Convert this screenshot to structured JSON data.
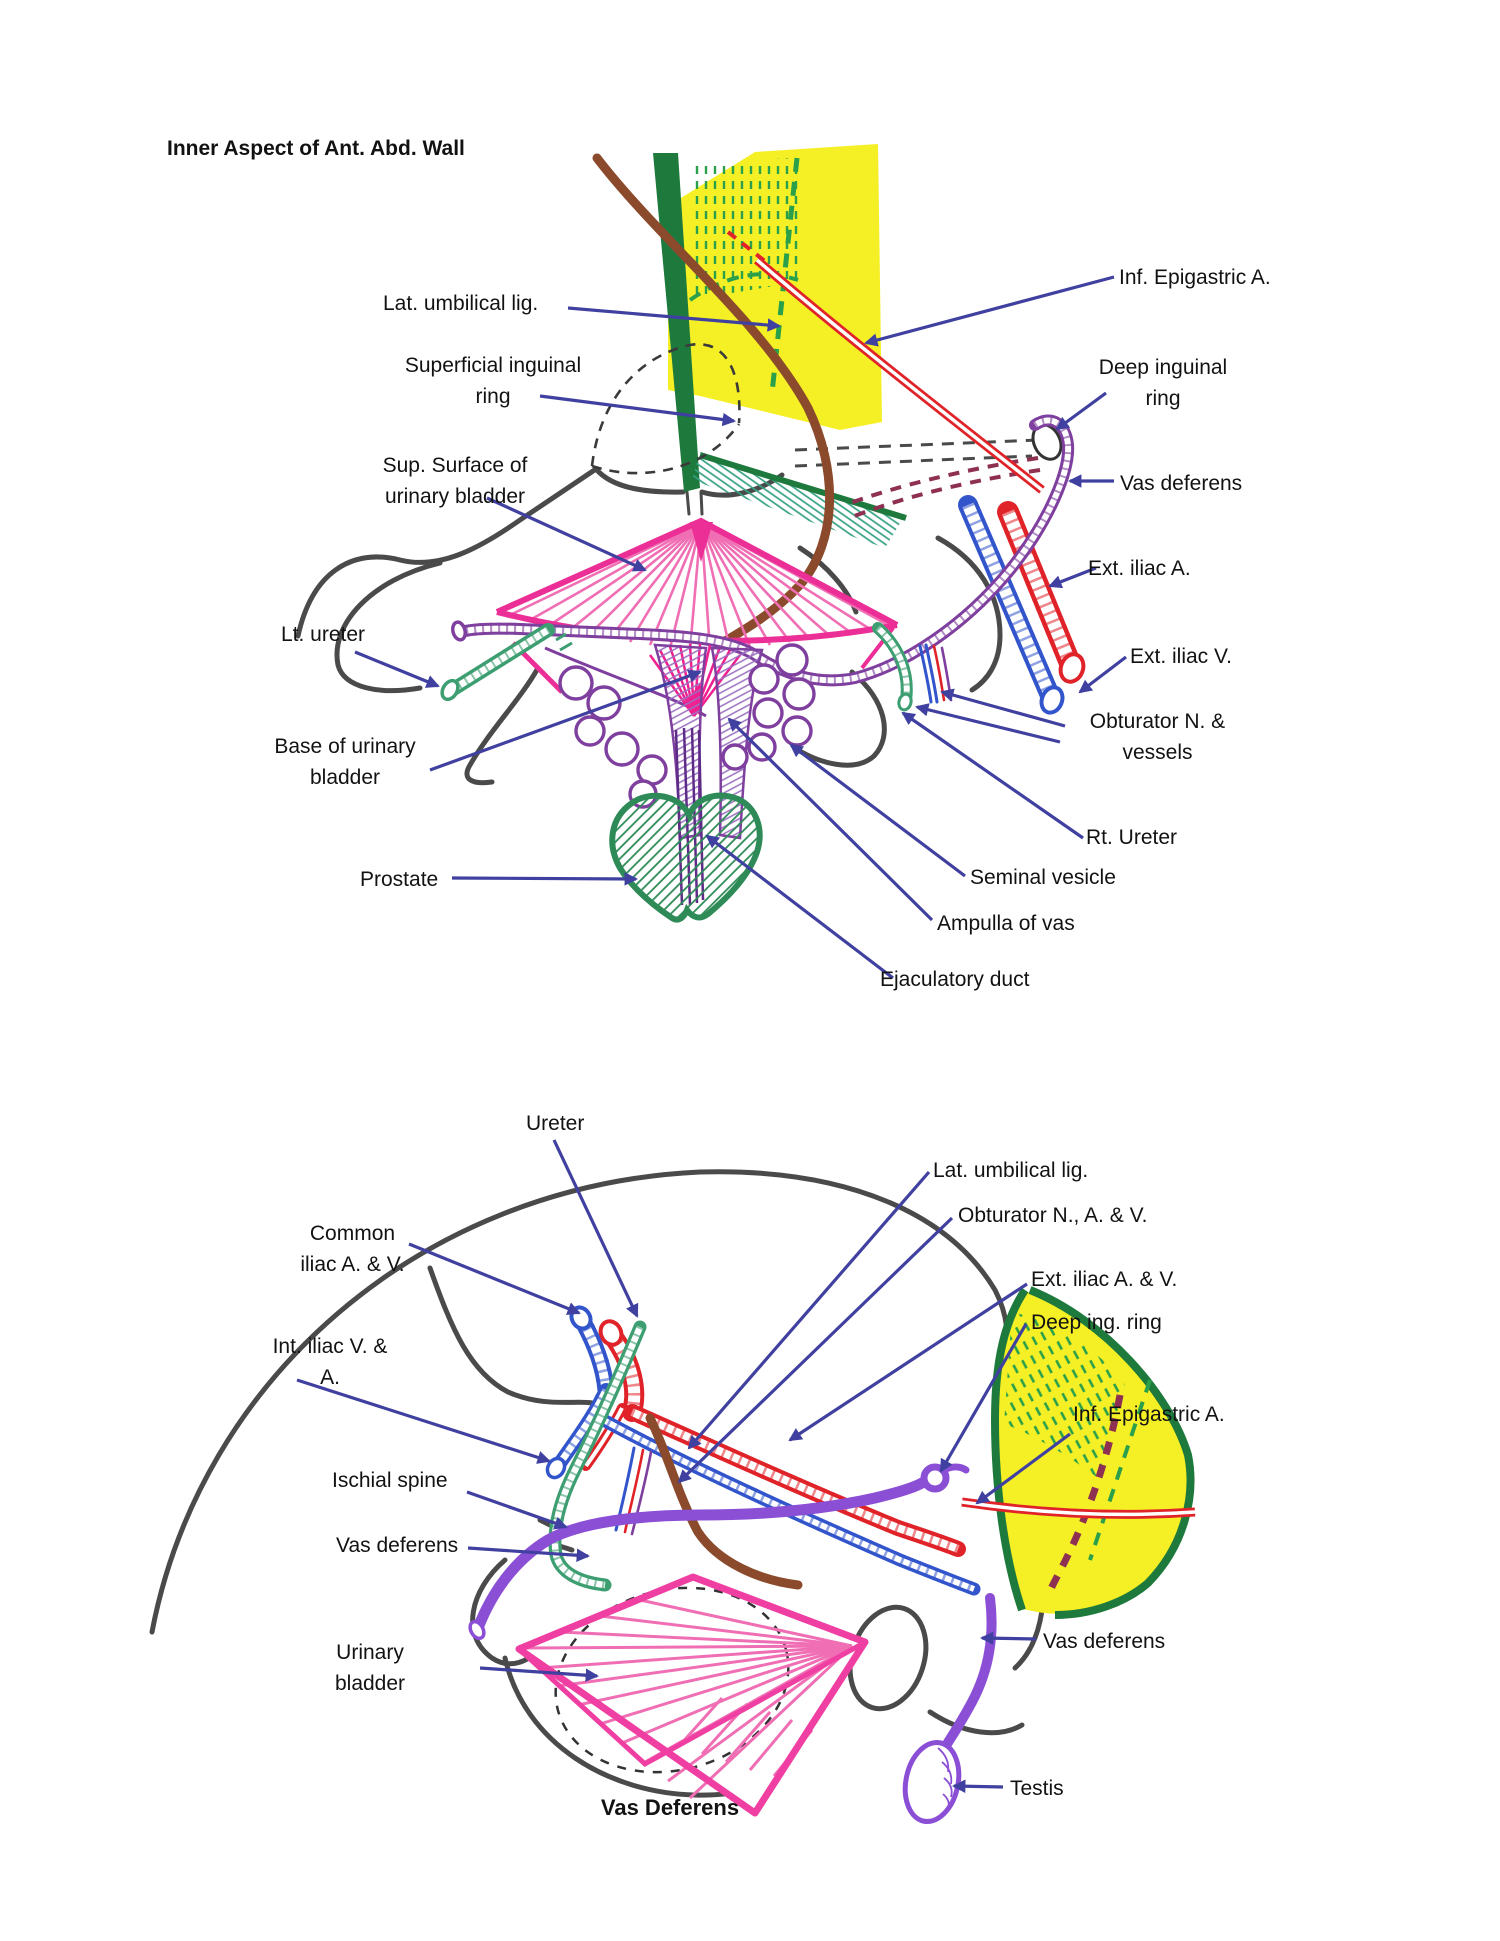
{
  "figure1": {
    "title": "Inner Aspect of Ant. Abd. Wall",
    "labels": {
      "lat_umbilical": "Lat. umbilical lig.",
      "inf_epigastric": "Inf. Epigastric A.",
      "superficial_ring_l1": "Superficial inguinal",
      "superficial_ring_l2": "ring",
      "deep_ring_l1": "Deep inguinal",
      "deep_ring_l2": "ring",
      "sup_surface_l1": "Sup. Surface of",
      "sup_surface_l2": "urinary bladder",
      "vas_deferens": "Vas deferens",
      "ext_iliac_a": "Ext. iliac A.",
      "lt_ureter": "Lt. ureter",
      "ext_iliac_v": "Ext. iliac V.",
      "obturator_l1": "Obturator N. &",
      "obturator_l2": "vessels",
      "base_bladder_l1": "Base of urinary",
      "base_bladder_l2": "bladder",
      "rt_ureter": "Rt. Ureter",
      "prostate": "Prostate",
      "seminal_vesicle": "Seminal vesicle",
      "ampulla": "Ampulla of vas",
      "ejaculatory": "Ejaculatory duct"
    }
  },
  "figure2": {
    "caption": "Vas Deferens",
    "labels": {
      "ureter": "Ureter",
      "lat_umbilical": "Lat. umbilical lig.",
      "obturator": "Obturator N., A. & V.",
      "common_iliac_l1": "Common",
      "common_iliac_l2": "iliac A. & V.",
      "ext_iliac": "Ext. iliac A. & V.",
      "deep_ring": "Deep ing. ring",
      "int_iliac_l1": "Int. iliac V. &",
      "int_iliac_l2": "A.",
      "inf_epigastric": "Inf. Epigastric A.",
      "ischial_spine": "Ischial spine",
      "vas_deferens_left": "Vas deferens",
      "urinary_bladder_l1": "Urinary",
      "urinary_bladder_l2": "bladder",
      "vas_deferens_right": "Vas deferens",
      "testis": "Testis"
    }
  },
  "palette": {
    "arrow": "#4040A0",
    "yellow": "#F5EF25",
    "dark_green": "#1E7A3C",
    "teal_hatch": "#35A183",
    "ureter_green": "#3D9E72",
    "prostate_green": "#2E8B57",
    "pink_outline": "#F03FA3",
    "pink_rays": "#F06EB4",
    "magenta": "#EC2F96",
    "purple": "#7E3F9E",
    "bright_purple": "#8B4FD6",
    "artery_red": "#E02329",
    "vein_blue": "#3355CC",
    "brown": "#8B4A2B",
    "maroon_dashed": "#8E3052",
    "outline_gray": "#4A4A4A",
    "text": "#121212"
  }
}
